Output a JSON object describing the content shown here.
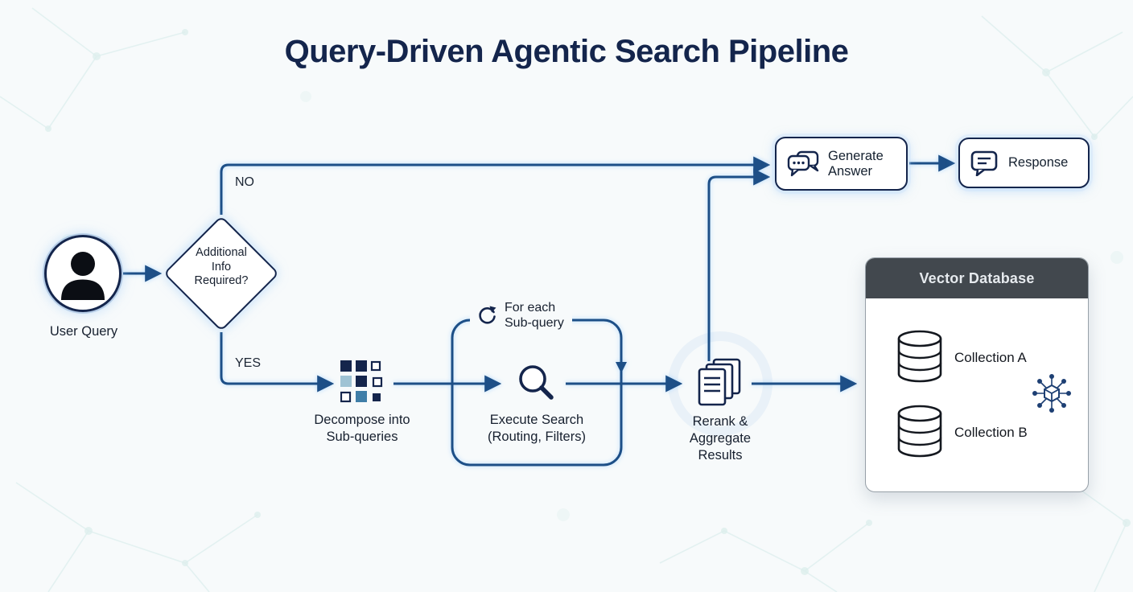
{
  "title": "Query-Driven Agentic Search Pipeline",
  "flow": {
    "user_query": "User Query",
    "decision": "Additional\nInfo\nRequired?",
    "branch_no": "NO",
    "branch_yes": "YES",
    "decompose": "Decompose into\nSub-queries",
    "loop": "For each\nSub-query",
    "execute": "Execute Search\n(Routing, Filters)",
    "rerank": "Rerank &\nAggregate\nResults",
    "generate": "Generate\nAnswer",
    "response": "Response"
  },
  "vector_db": {
    "title": "Vector Database",
    "collections": [
      "Collection A",
      "Collection B"
    ]
  },
  "icons": {
    "user": "person-silhouette",
    "decompose": "grid-squares",
    "loop": "refresh-arrows",
    "execute": "magnifier",
    "rerank": "stacked-documents",
    "generate": "chat-bubbles",
    "response": "speech-bubble",
    "database": "db-cylinder",
    "network": "node-graph"
  },
  "colors": {
    "navy": "#14254c",
    "arrow": "#1d4f87",
    "accent_teal": "#3f7ea8",
    "db_header": "#42484e",
    "background": "#f7fafb"
  }
}
